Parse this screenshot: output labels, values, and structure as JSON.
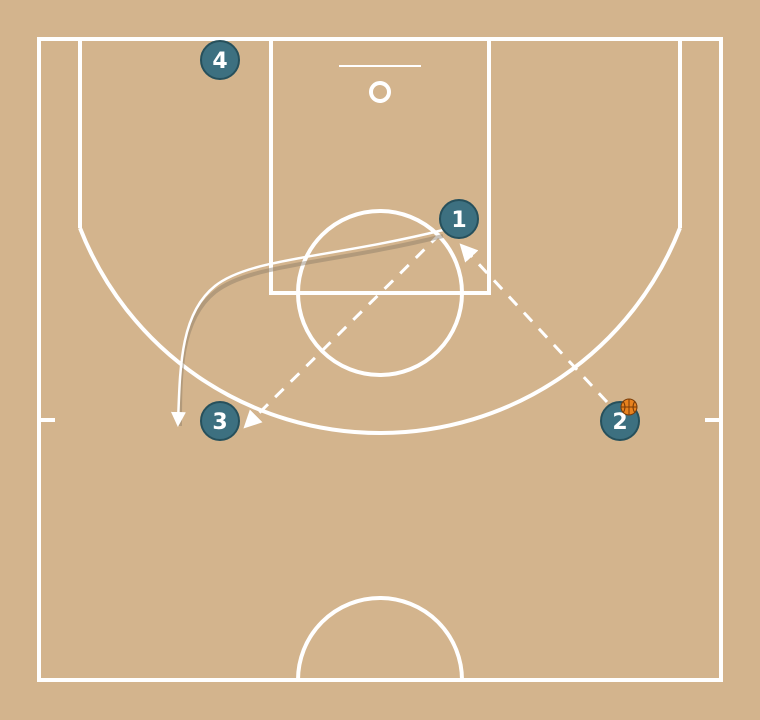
{
  "diagram": {
    "colors": {
      "court": "#d3b48d",
      "lines": "#ffffff",
      "player_fill": "#3d7080",
      "player_stroke": "#26505c",
      "ball": "#e8821e",
      "ball_seams": "#7a3c08",
      "cut_shadow": "#8a7a66"
    },
    "players": [
      {
        "id": "p1",
        "label": "1"
      },
      {
        "id": "p2",
        "label": "2",
        "has_ball": true
      },
      {
        "id": "p3",
        "label": "3"
      },
      {
        "id": "p4",
        "label": "4"
      }
    ],
    "actions": [
      {
        "type": "pass",
        "from": "2",
        "to": "1",
        "style": "dashed"
      },
      {
        "type": "pass",
        "from": "1",
        "to": "3",
        "style": "dashed"
      },
      {
        "type": "cut",
        "player": "1",
        "style": "solid-curved"
      }
    ]
  }
}
